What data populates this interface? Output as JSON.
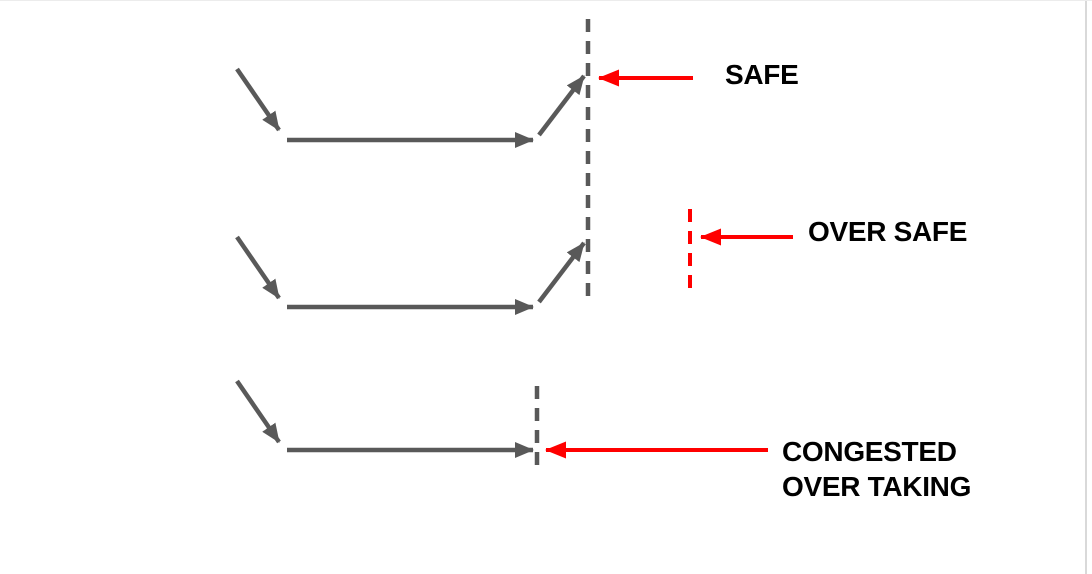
{
  "colors": {
    "arrow_gray": "#595959",
    "accent_red": "#ff0000",
    "text_black": "#000000",
    "border_gray": "#d9d9d9",
    "background": "#ffffff"
  },
  "scenarios": [
    {
      "id": "safe",
      "label": "SAFE"
    },
    {
      "id": "over-safe",
      "label": "OVER SAFE"
    },
    {
      "id": "congested-overtaking",
      "label": "CONGESTED\nOVER TAKING"
    }
  ]
}
